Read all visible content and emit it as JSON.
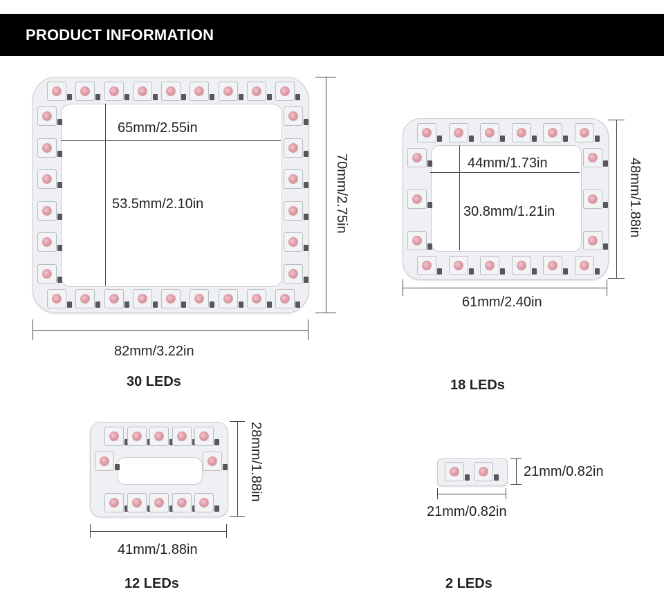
{
  "header": {
    "title": "PRODUCT INFORMATION"
  },
  "products": [
    {
      "caption": "30 LEDs",
      "outer_width": "82mm/3.22in",
      "outer_height": "70mm/2.75in",
      "inner_width": "65mm/2.55in",
      "inner_height": "53.5mm/2.10in"
    },
    {
      "caption": "18 LEDs",
      "outer_width": "61mm/2.40in",
      "outer_height": "48mm/1.88in",
      "inner_width": "44mm/1.73in",
      "inner_height": "30.8mm/1.21in"
    },
    {
      "caption": "12 LEDs",
      "outer_width": "41mm/1.88in",
      "outer_height": "28mm/1.88in"
    },
    {
      "caption": "2 LEDs",
      "outer_width": "21mm/0.82in",
      "outer_height": "21mm/0.82in"
    }
  ]
}
